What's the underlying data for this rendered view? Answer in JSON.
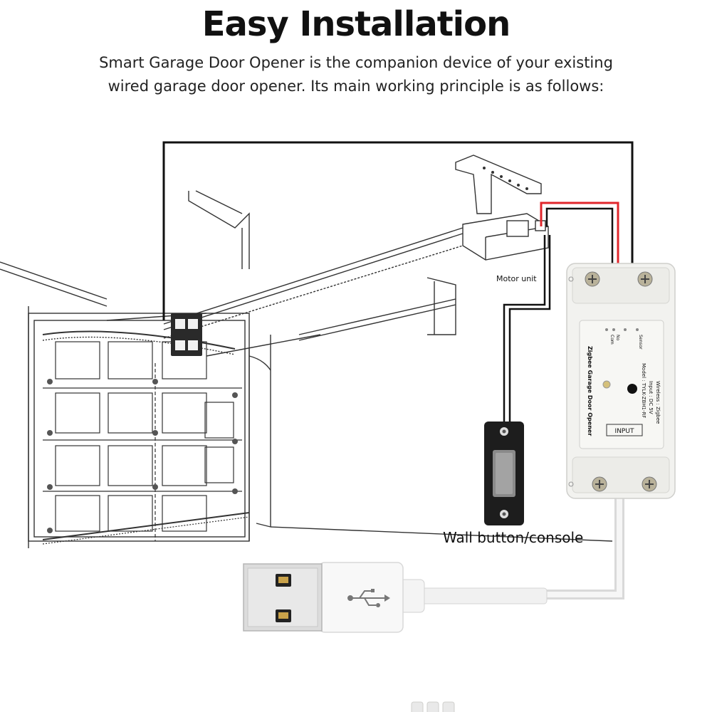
{
  "header": {
    "title": "Easy Installation",
    "description_line1": "Smart Garage Door Opener is the companion device of your existing",
    "description_line2": "wired garage door opener. Its main working principle is as follows:"
  },
  "labels": {
    "motor_unit": "Motor unit",
    "wall_button": "Wall button/console"
  },
  "device": {
    "name": "Zigbee Garage Door Opener",
    "model": "Model : TYLK-ZBH1-RF",
    "input": "Input : DC 5V",
    "wireless": "Wireless : Zigbee",
    "port_label": "INPUT",
    "terminals": [
      "Com",
      "No",
      "Sensor"
    ]
  },
  "colors": {
    "wire_black": "#111111",
    "wire_red": "#e0262b",
    "device_body": "#f2f2ef",
    "button_body": "#1d1d1d"
  },
  "icons": {
    "usb": "usb-icon"
  }
}
